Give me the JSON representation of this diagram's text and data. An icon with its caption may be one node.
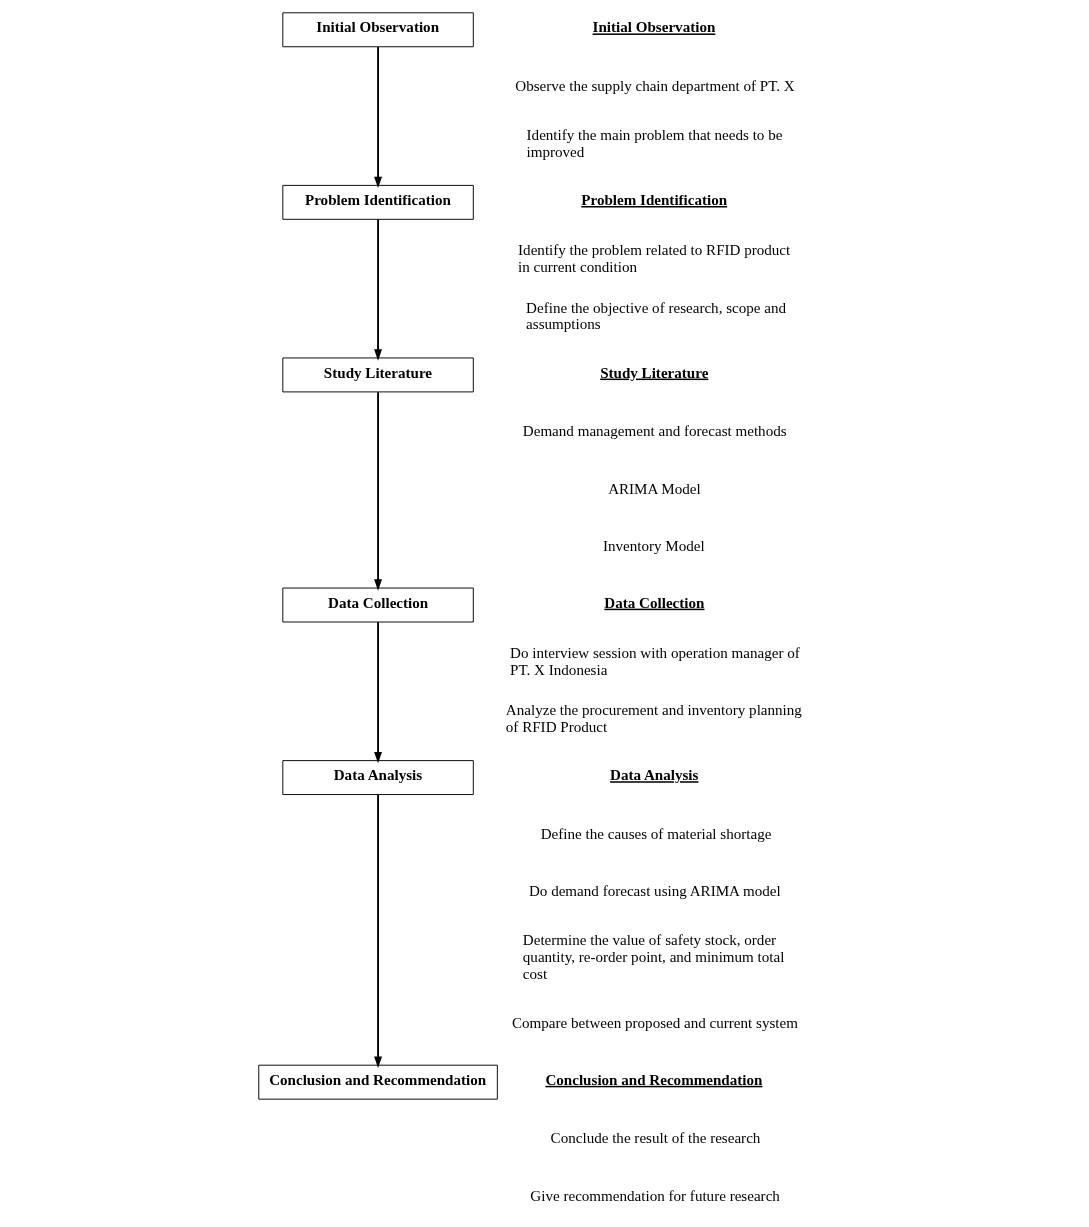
{
  "diagram": {
    "nodes": [
      {
        "text": [
          "Initial Observation"
        ]
      },
      {
        "text": [
          "Problem Identification"
        ]
      },
      {
        "text": [
          "Study Literature"
        ]
      },
      {
        "text": [
          "Data Collection"
        ]
      },
      {
        "text": [
          "Data Analysis"
        ]
      },
      {
        "text": [
          "Conclusion and Recommendation"
        ]
      }
    ],
    "edges": [
      {
        "from": 0,
        "to": 1,
        "arrow": "to"
      },
      {
        "from": 1,
        "to": 2,
        "arrow": "to"
      },
      {
        "from": 2,
        "to": 3,
        "arrow": "to"
      },
      {
        "from": 3,
        "to": 4,
        "arrow": "to"
      },
      {
        "from": 4,
        "to": 5,
        "arrow": "to"
      }
    ],
    "labels": [
      "Initial Observation",
      "Observe the supply chain department of PT. X",
      "Identify the main problem that needs to be improved",
      "Problem Identification",
      "Identify the problem related to RFID product in current condition",
      "Define the objective of research, scope and assumptions",
      "Study Literature",
      "Demand management and forecast methods",
      "ARIMA Model",
      "Inventory Model",
      "Data Collection",
      "Do interview session with operation manager of PT. X Indonesia",
      "Analyze the procurement and inventory planning of RFID Product",
      "Data Analysis",
      "Define the causes of material shortage",
      "Do demand forecast using ARIMA model",
      "Determine the value of safety stock, order quantity, re-order point, and minimum total cost",
      "Compare between proposed and current system",
      "Conclusion and Recommendation",
      "Conclude the result of the research",
      "Give recommendation for future research"
    ]
  }
}
